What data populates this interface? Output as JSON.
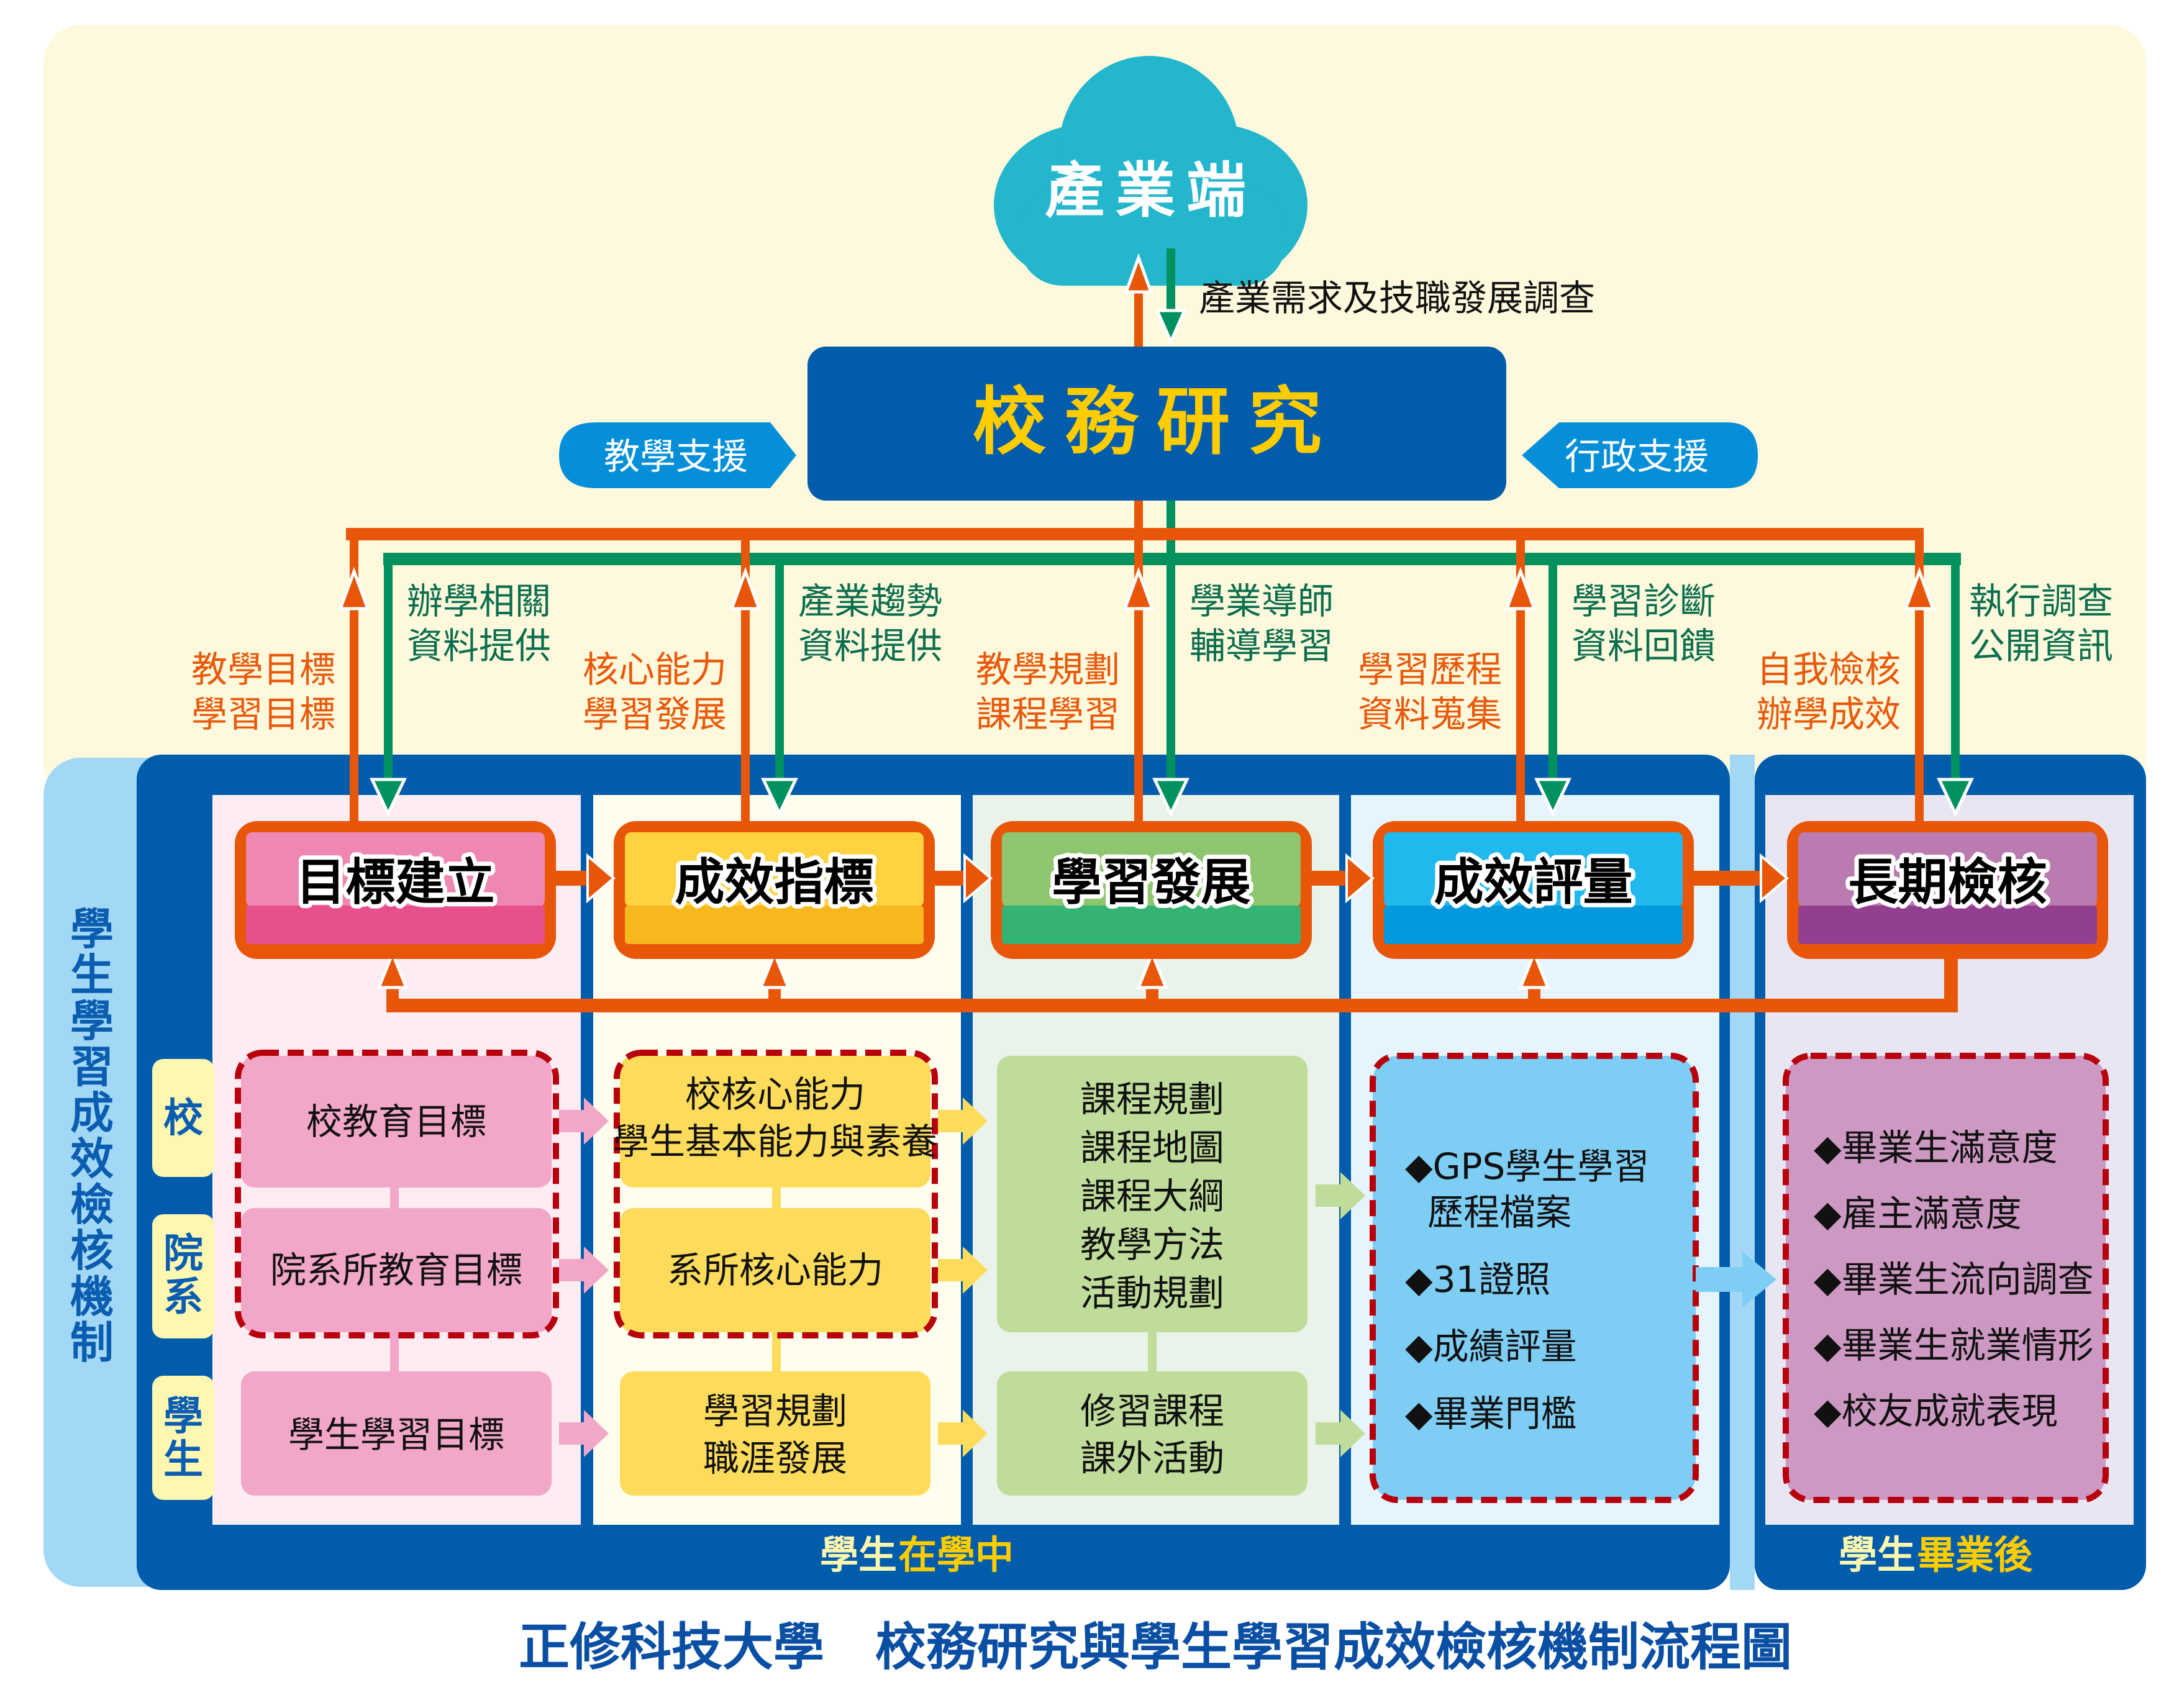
{
  "diagram": {
    "title": "正修科技大學　校務研究與學生學習成效檢核機制流程圖",
    "industry": {
      "label": "產業端",
      "survey_label": "產業需求及技職發展調查"
    },
    "institutional_research": {
      "label": "校務研究",
      "left_support": "教學支援",
      "right_support": "行政支援"
    },
    "flows": [
      {
        "up": [
          "教學目標",
          "學習目標"
        ],
        "down": [
          "辦學相關",
          "資料提供"
        ]
      },
      {
        "up": [
          "核心能力",
          "學習發展"
        ],
        "down": [
          "產業趨勢",
          "資料提供"
        ]
      },
      {
        "up": [
          "教學規劃",
          "課程學習"
        ],
        "down": [
          "學業導師",
          "輔導學習"
        ]
      },
      {
        "up": [
          "學習歷程",
          "資料蒐集"
        ],
        "down": [
          "學習診斷",
          "資料回饋"
        ]
      },
      {
        "up": [
          "自我檢核",
          "辦學成效"
        ],
        "down": [
          "執行調查",
          "公開資訊"
        ]
      }
    ],
    "side_label": "學生學習成效檢核機制",
    "row_labels": [
      "校",
      "院系",
      "學生"
    ],
    "stages": [
      {
        "label": "目標建立",
        "color_top": "#ee87b2",
        "color_bottom": "#e8508b"
      },
      {
        "label": "成效指標",
        "color_top": "#ffd23f",
        "color_bottom": "#f7b81f"
      },
      {
        "label": "學習發展",
        "color_top": "#8dc66e",
        "color_bottom": "#35b373"
      },
      {
        "label": "成效評量",
        "color_top": "#21b8ee",
        "color_bottom": "#0399dc"
      },
      {
        "label": "長期檢核",
        "color_top": "#b97bb0",
        "color_bottom": "#913f8e"
      }
    ],
    "goal_items": [
      "校教育目標",
      "院系所教育目標",
      "學生學習目標"
    ],
    "indicator_items": [
      [
        "校核心能力",
        "學生基本能力與素養"
      ],
      [
        "系所核心能力"
      ],
      [
        "學習規劃",
        "職涯發展"
      ]
    ],
    "development_items": [
      [
        "課程規劃",
        "課程地圖",
        "課程大綱",
        "教學方法",
        "活動規劃"
      ],
      [
        "修習課程",
        "課外活動"
      ]
    ],
    "evaluation_items": [
      "◆GPS學生學習",
      "歷程檔案",
      "◆31證照",
      "◆成績評量",
      "◆畢業門檻"
    ],
    "longterm_items": [
      "◆畢業生滿意度",
      "◆雇主滿意度",
      "◆畢業生流向調查",
      "◆畢業生就業情形",
      "◆校友成就表現"
    ],
    "phase_in_school": {
      "part1": "學生",
      "part2": "在學中"
    },
    "phase_after": {
      "part1": "學生",
      "part2": "畢業後"
    },
    "colors": {
      "background_top": "#fef9dc",
      "panel_blue": "#015cab",
      "side_blue": "#a2d8f5",
      "orange": "#e8560a",
      "green": "#00915f",
      "cloud": "#23b6cd",
      "support_blue": "#058fd8",
      "ir_title": "#ffcc00",
      "dashed_red": "#b8000d"
    }
  }
}
